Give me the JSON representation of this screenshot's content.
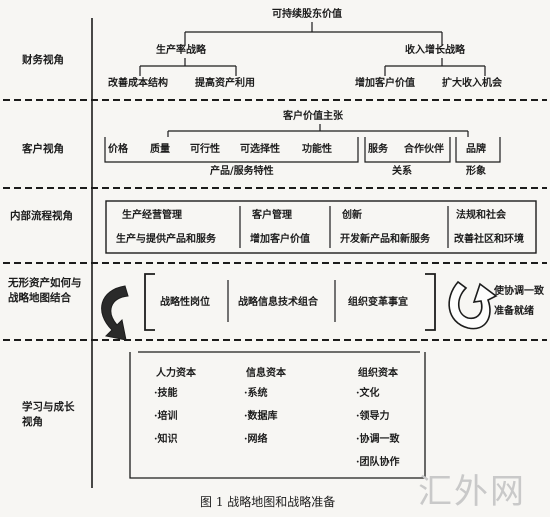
{
  "perspectives": {
    "financial": "财务视角",
    "customer": "客户视角",
    "internal": "内部流程视角",
    "intangible": "无形资产如何与战略地图结合",
    "learning": "学习与成长视角"
  },
  "financial": {
    "top": "可持续股东价值",
    "productivity": "生产率战略",
    "growth": "收入增长战略",
    "cost": "改善成本结构",
    "asset": "提高资产利用",
    "customer_value": "增加客户价值",
    "revenue": "扩大收入机会"
  },
  "customer": {
    "title": "客户价值主张",
    "attrs": [
      "价格",
      "质量",
      "可行性",
      "可选择性",
      "功能性"
    ],
    "attrs_group": "产品/服务特性",
    "relation_items": [
      "服务",
      "合作伙伴"
    ],
    "relation_group": "关系",
    "brand": "品牌",
    "image_group": "形象"
  },
  "internal": {
    "headers": [
      "生产经营管理",
      "客户管理",
      "创新",
      "法规和社会"
    ],
    "details": [
      "生产与提供产品和服务",
      "增加客户价值",
      "开发新产品和新服务",
      "改善社区和环境"
    ]
  },
  "intangible": {
    "items": [
      "战略性岗位",
      "战略信息技术组合",
      "组织变革事宜"
    ],
    "right_note": "使协调一致准备就绪"
  },
  "learning": {
    "human": {
      "title": "人力资本",
      "items": [
        "·技能",
        "·培训",
        "·知识"
      ]
    },
    "info": {
      "title": "信息资本",
      "items": [
        "·系统",
        "·数据库",
        "·网络"
      ]
    },
    "org": {
      "title": "组织资本",
      "items": [
        "·文化",
        "·领导力",
        "·协调一致",
        "·团队协作"
      ]
    }
  },
  "caption": "图 1   战略地图和战略准备",
  "watermark": "汇外网"
}
